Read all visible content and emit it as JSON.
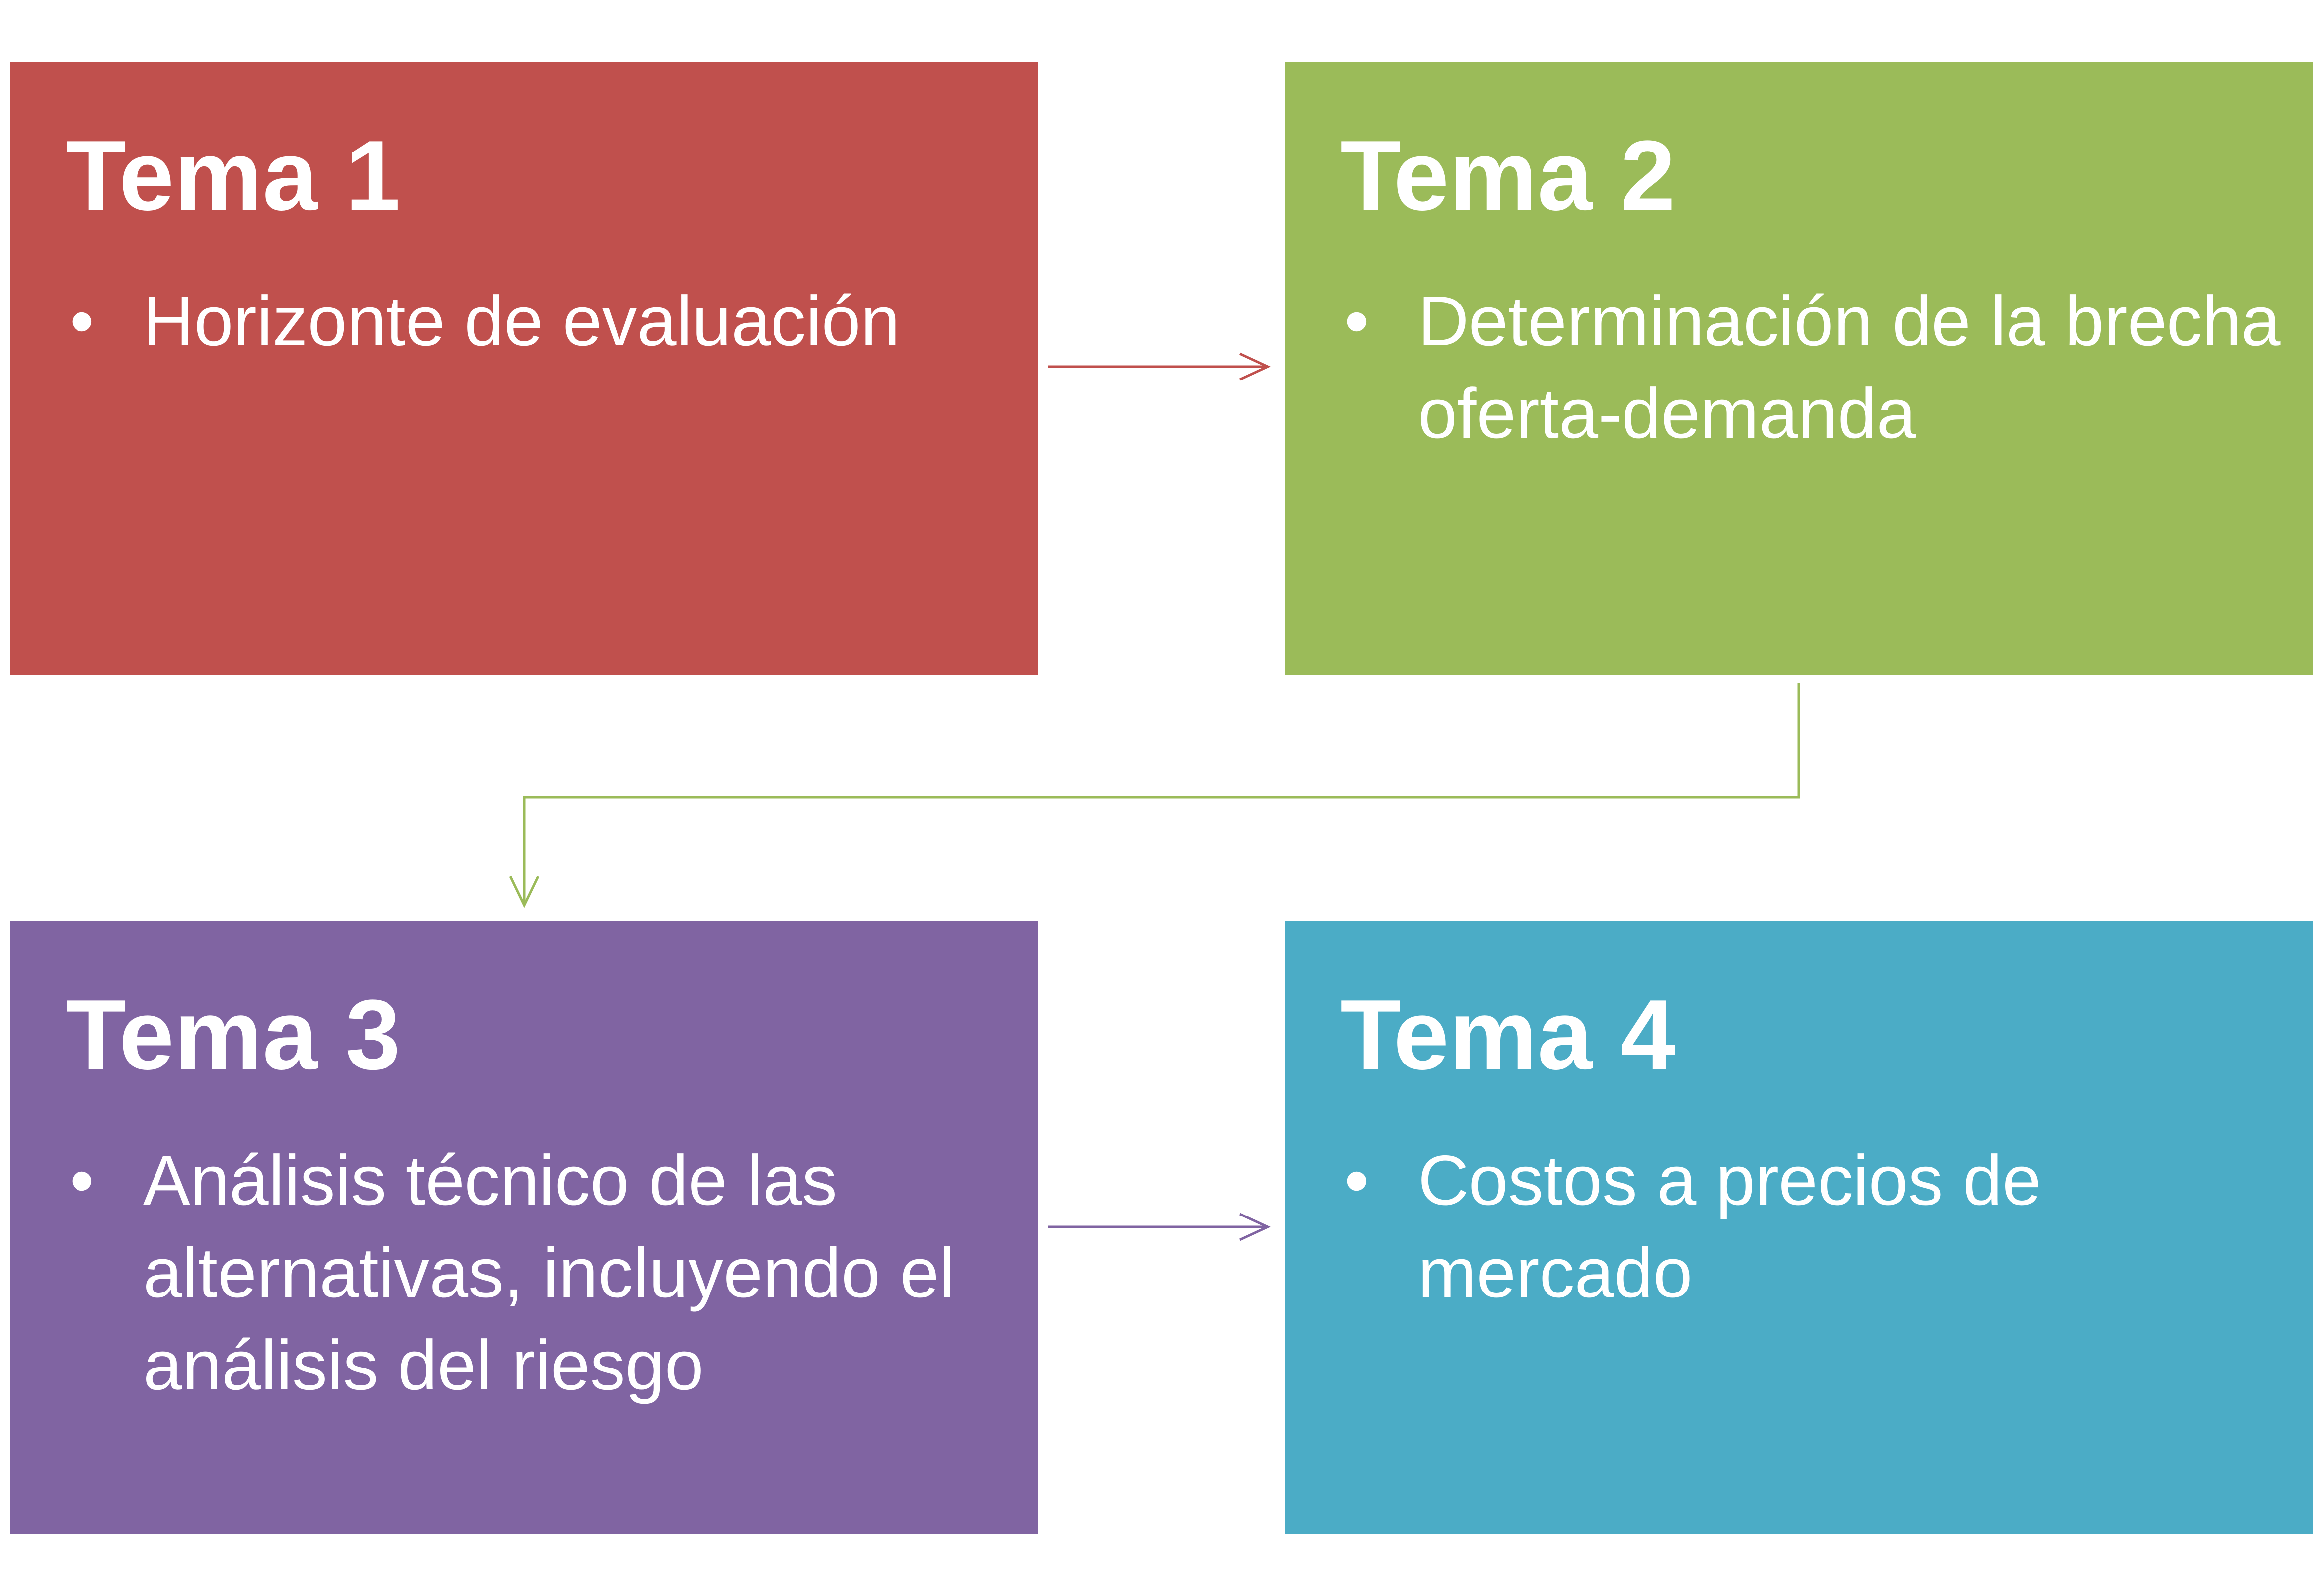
{
  "colors": {
    "tema1": "#C0504D",
    "tema2": "#9BBB59",
    "tema3": "#8064A2",
    "tema4": "#4BACC6"
  },
  "boxes": [
    {
      "title": "Tema 1",
      "bullets": [
        "Horizonte de evaluación"
      ]
    },
    {
      "title": "Tema 2",
      "bullets": [
        "Determinación de la brecha oferta-demanda"
      ]
    },
    {
      "title": "Tema 3",
      "bullets": [
        "Análisis técnico de las alternativas, incluyendo el análisis del riesgo"
      ]
    },
    {
      "title": "Tema 4",
      "bullets": [
        "Costos  a precios de mercado"
      ]
    }
  ]
}
